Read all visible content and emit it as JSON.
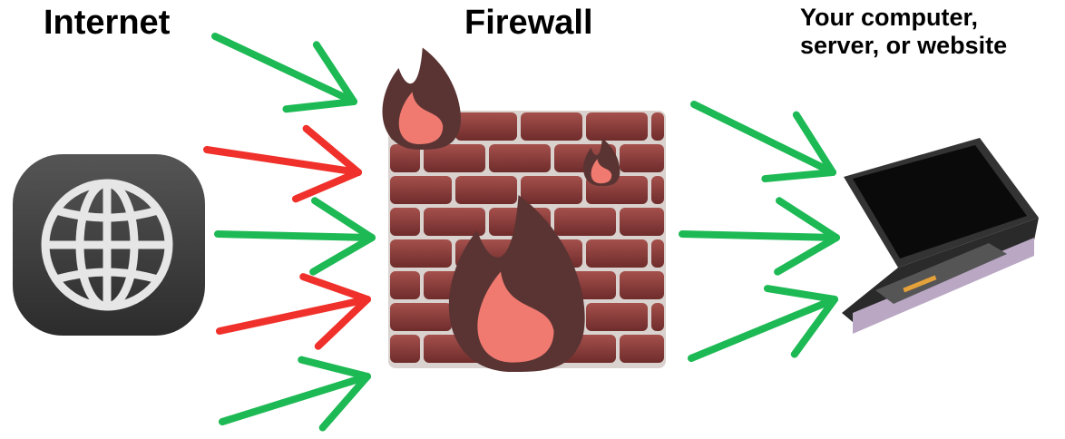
{
  "labels": {
    "internet": "Internet",
    "firewall": "Firewall",
    "target_line1": "Your computer,",
    "target_line2": "server, or website"
  },
  "colors": {
    "allowed": "#1db954",
    "blocked": "#f0302a",
    "brick": "#8a3a38",
    "mortar": "#d9d2cf",
    "flame_dark": "#5a3433",
    "flame_light": "#f07a70",
    "globe_tile": "#3e3e3e"
  },
  "incoming_arrows": [
    "allowed",
    "blocked",
    "allowed",
    "blocked",
    "allowed"
  ],
  "outgoing_arrows": [
    "allowed",
    "allowed",
    "allowed"
  ],
  "icons": [
    "globe-icon",
    "firewall-brick-wall-icon",
    "laptop-icon"
  ]
}
